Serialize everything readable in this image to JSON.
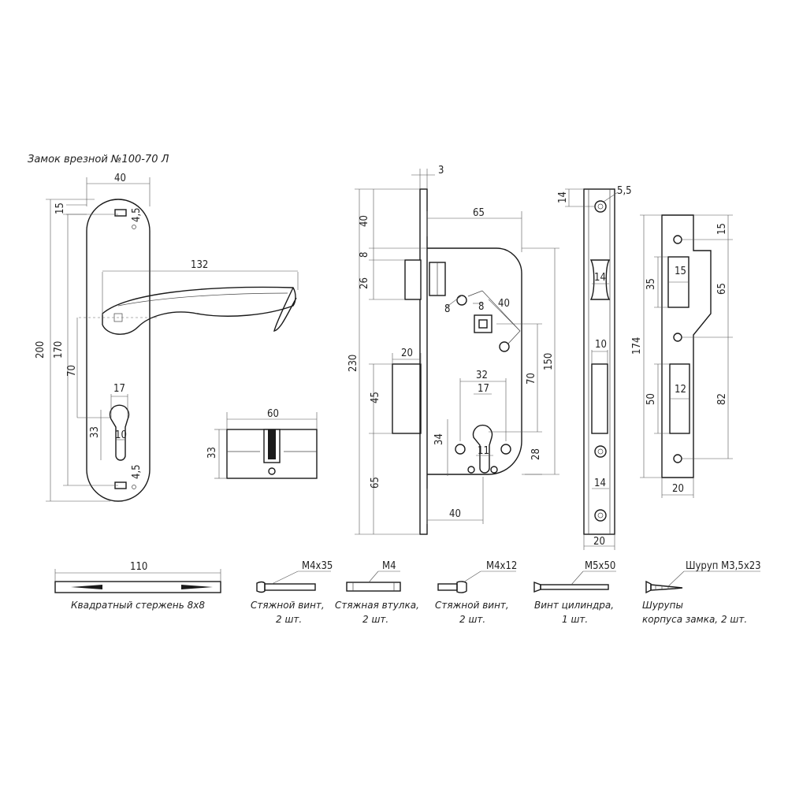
{
  "title": "Замок врезной №100-70 Л",
  "handle": {
    "dims": {
      "width": "40",
      "height": "200",
      "h170": "170",
      "lever": "132",
      "c70": "70",
      "top15": "15",
      "top45": "4,5",
      "bot45": "4,5",
      "cyl17": "17",
      "cyl10": "10",
      "cyl33": "33"
    }
  },
  "cylinder": {
    "dims": {
      "length": "60",
      "height": "33"
    }
  },
  "lock_body": {
    "dims": {
      "d3": "3",
      "d40top": "40",
      "d65": "65",
      "d8": "8",
      "d26": "26",
      "sq8a": "8",
      "sq8b": "8",
      "sq40": "40",
      "d20": "20",
      "d45": "45",
      "d230": "230",
      "d150": "150",
      "d70": "70",
      "d32": "32",
      "d17": "17",
      "d34": "34",
      "d11": "11",
      "d28": "28",
      "d65b": "65",
      "d40b": "40"
    }
  },
  "faceplate": {
    "dims": {
      "d14top": "14",
      "d55": "5,5",
      "d14a": "14",
      "d10": "10",
      "d14b": "14",
      "d20": "20"
    }
  },
  "strike": {
    "dims": {
      "d174": "174",
      "d35": "35",
      "d15a": "15",
      "d15b": "15",
      "d65": "65",
      "d50": "50",
      "d12": "12",
      "d82": "82",
      "d20": "20"
    }
  },
  "parts": [
    {
      "spec": "110",
      "name_lines": [
        "Квадратный стержень 8x8"
      ]
    },
    {
      "spec": "M4x35",
      "name_lines": [
        "Стяжной винт,",
        "2 шт."
      ]
    },
    {
      "spec": "M4",
      "name_lines": [
        "Стяжная втулка,",
        "2 шт."
      ]
    },
    {
      "spec": "M4x12",
      "name_lines": [
        "Стяжной винт,",
        "2 шт."
      ]
    },
    {
      "spec": "M5x50",
      "name_lines": [
        "Винт цилиндра,",
        "1 шт."
      ]
    },
    {
      "spec": "Шуруп М3,5x23",
      "name_lines": [
        "Шурупы",
        "корпуса замка, 2 шт."
      ]
    }
  ]
}
